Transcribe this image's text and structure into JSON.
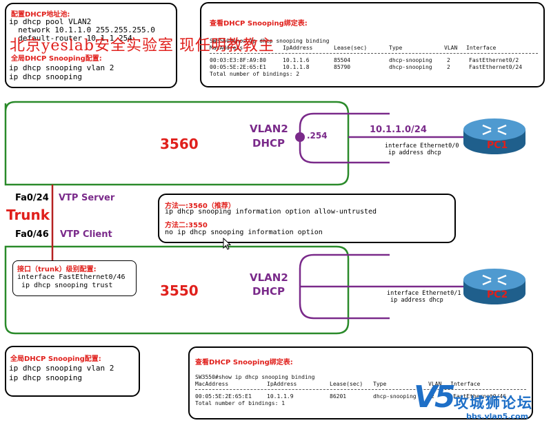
{
  "watermark": "北京yeslab安全实验室 现任明教教主",
  "top_left_box": {
    "title": "配置DHCP地址池:",
    "lines": [
      "ip dhcp pool VLAN2",
      "  network 10.1.1.0 255.255.255.0",
      "  default-router 10.1.1.254"
    ],
    "global_title": "全局DHCP Snooping配置:",
    "global_lines": [
      "ip dhcp snooping vlan 2",
      "ip dhcp snooping"
    ]
  },
  "top_right_box": {
    "title": "查看DHCP Snooping绑定表:",
    "command": "SW3560#show ip dhcp snooping binding",
    "headers": [
      "MacAddress",
      "IpAddress",
      "Lease(sec)",
      "Type",
      "VLAN",
      "Interface"
    ],
    "rows": [
      [
        "00:03:E3:8F:A9:80",
        "10.1.1.6",
        "85504",
        "dhcp-snooping",
        "2",
        "FastEthernet0/2"
      ],
      [
        "00:05:5E:2E:65:E1",
        "10.1.1.8",
        "85790",
        "dhcp-snooping",
        "2",
        "FastEthernet0/24"
      ]
    ],
    "total": "Total number of bindings: 2"
  },
  "sw3560": {
    "name": "3560",
    "vlan": "VLAN2",
    "dhcp": "DHCP",
    "gateway": ".254",
    "subnet": "10.1.1.0/24",
    "if_line1": "interface Ethernet0/0",
    "if_line2": "ip address dhcp",
    "pc": "PC1"
  },
  "trunk": {
    "port_top": "Fa0/24",
    "vtp_server": "VTP Server",
    "label": "Trunk",
    "port_bottom": "Fa0/46",
    "vtp_client": "VTP Client"
  },
  "method_box": {
    "m1_title": "方法一:3560（推荐）",
    "m1_cmd": "ip dhcp snooping information option allow-untrusted",
    "m2_title": "方法二:3550",
    "m2_cmd": "no ip dhcp snooping information option"
  },
  "sw3550": {
    "name": "3550",
    "vlan": "VLAN2",
    "dhcp": "DHCP",
    "if_line1": "interface Ethernet0/1",
    "if_line2": "ip address dhcp",
    "pc": "PC2",
    "trunk_cfg_title": "接口（trunk）级别配置:",
    "trunk_cfg_lines": [
      "interface FastEthernet0/46",
      "ip dhcp snooping trust"
    ]
  },
  "bottom_left_box": {
    "title": "全局DHCP Snooping配置:",
    "lines": [
      "ip dhcp snooping vlan 2",
      "ip dhcp snooping"
    ]
  },
  "bottom_right_box": {
    "title": "查看DHCP Snooping绑定表:",
    "command": "SW3550#show ip dhcp snooping binding",
    "headers": [
      "MacAddress",
      "IpAddress",
      "Lease(sec)",
      "Type",
      "VLAN",
      "Interface"
    ],
    "rows": [
      [
        "00:05:5E:2E:65:E1",
        "10.1.1.9",
        "86201",
        "dhcp-snooping",
        "2",
        "FastEthernet0/46"
      ]
    ],
    "total": "Total number of bindings: 1"
  },
  "logo": {
    "mark": "V5",
    "name": "攻城狮论坛",
    "url": "bbs.vlan5.com"
  },
  "colors": {
    "green": "#2a8a2a",
    "purple": "#7a2a8a",
    "red": "#e0201c",
    "blue": "#1e6fc7"
  }
}
